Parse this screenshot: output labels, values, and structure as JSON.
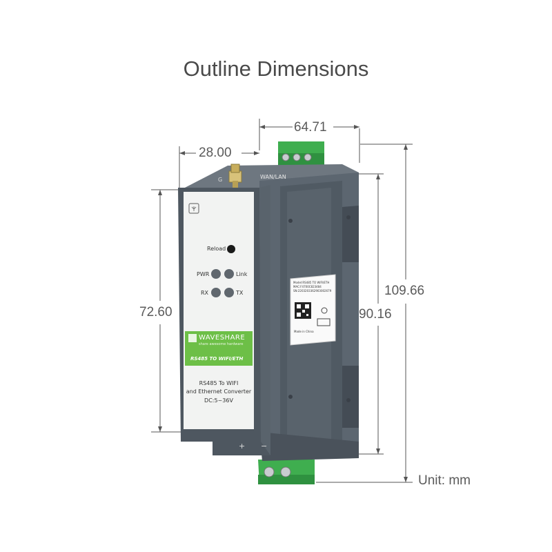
{
  "title": "Outline Dimensions",
  "dimensions": {
    "width_top": "64.71",
    "depth_left": "28.00",
    "height_front": "72.60",
    "height_side": "90.16",
    "height_total": "109.66"
  },
  "unit_label": "Unit: mm",
  "device": {
    "antenna_label": "G",
    "port_label": "WAN/LAN",
    "reload_label": "Reload",
    "led_labels": {
      "pwr": "PWR",
      "link": "Link",
      "rx": "RX",
      "tx": "TX"
    },
    "brand": "WAVESHARE",
    "brand_tagline": "share awesome hardware",
    "model_banner": "RS485 TO WIFI/ETH",
    "product_name_line1": "RS485 To WIFI",
    "product_name_line2": "and Ethernet Converter",
    "power_spec": "DC:5~36V",
    "power_plus": "+",
    "power_minus": "−",
    "side_label_model": "Model:RS485 TO WIFI/ETH",
    "side_label_mac": "MAC:F4700C823484",
    "side_label_sn": "SN:2203203362903002679",
    "side_label_origin": "Made in China",
    "colors": {
      "body": "#5c6670",
      "body_dark": "#444c55",
      "front_panel": "#f2f3f2",
      "brand_green": "#6dbf47",
      "terminal_green": "#3fae4f"
    }
  }
}
